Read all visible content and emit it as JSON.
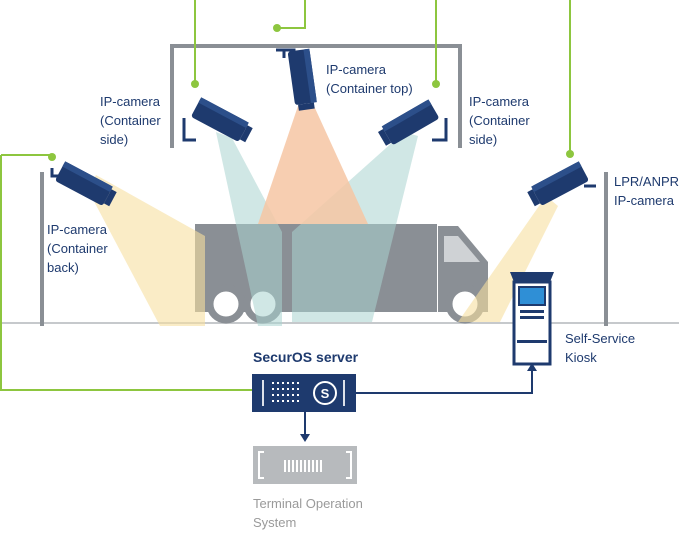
{
  "colors": {
    "network": "#8dc63f",
    "camera": "#1e3a6e",
    "server": "#1e3a6e",
    "label": "#1e3a6e",
    "terminal": "#9a9a9a",
    "pole": "#8a8f95",
    "truck": "#8a8f95",
    "beam_orange": "#f6c6a3",
    "beam_teal": "#a9d4d0",
    "beam_yellow": "#f7dfa0"
  },
  "cameras": {
    "back": {
      "icon": "camera-icon",
      "line1": "IP-camera",
      "line2": "(Container",
      "line3": "back)"
    },
    "side_left": {
      "icon": "camera-icon",
      "line1": "IP-camera",
      "line2": "(Container",
      "line3": "side)"
    },
    "top": {
      "icon": "camera-icon",
      "line1": "IP-camera",
      "line2": "(Container top)"
    },
    "side_right": {
      "icon": "camera-icon",
      "line1": "IP-camera",
      "line2": "(Container",
      "line3": "side)"
    },
    "lpr": {
      "icon": "camera-icon",
      "line1": "LPR/ANPR",
      "line2": "IP-camera"
    }
  },
  "server": {
    "title": "SecurOS server",
    "icon": "securos-logo-icon"
  },
  "kiosk": {
    "line1": "Self-Service",
    "line2": "Kiosk",
    "icon": "kiosk-icon"
  },
  "terminal": {
    "line1": "Terminal Operation",
    "line2": "System",
    "icon": "rack-server-icon"
  }
}
